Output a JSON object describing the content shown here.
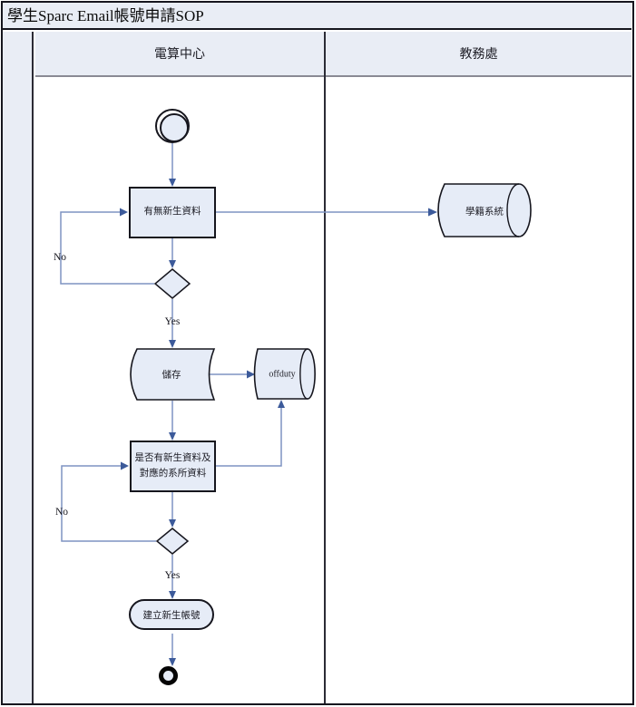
{
  "title": "學生Sparc Email帳號申請SOP",
  "lanes": {
    "lane1": "電算中心",
    "lane2": "教務處"
  },
  "nodes": {
    "check_new_data": "有無新生資料",
    "registry_system": "學籍系統",
    "store": "儲存",
    "offduty": "offduty",
    "check_dept_data": "是否有新生資料及\n對應的系所資料",
    "create_account": "建立新生帳號"
  },
  "edge_labels": {
    "no1": "No",
    "yes1": "Yes",
    "no2": "No",
    "yes2": "Yes"
  },
  "colors": {
    "panel_fill": "#e9edf5",
    "node_fill": "#e6ecf7",
    "frame_border": "#16161e",
    "flow_line": "#7e93c2",
    "arrow_head": "#3c5a9a"
  }
}
